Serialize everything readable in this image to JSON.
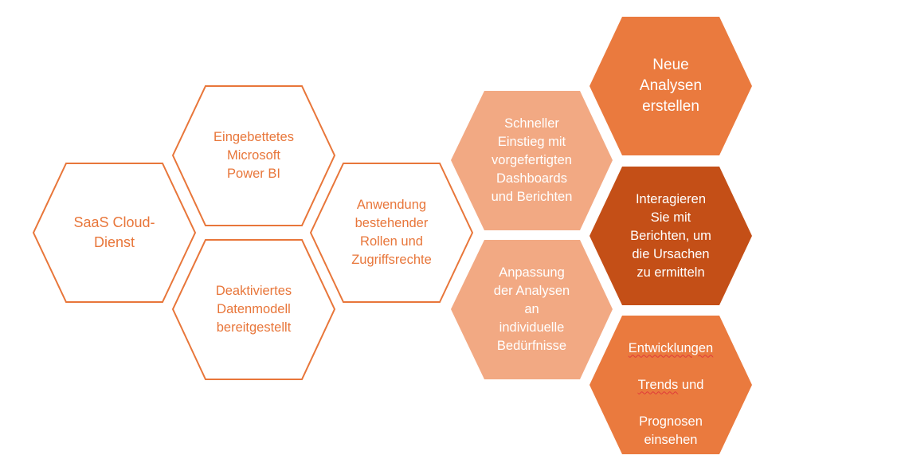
{
  "colors": {
    "outline": "#E8763A",
    "light_fill": "#F2A983",
    "medium_fill": "#EA7A3E",
    "dark_fill": "#C44F17"
  },
  "hexagons": {
    "saas": "SaaS Cloud-\nDienst",
    "embedded": "Eingebettetes\nMicrosoft\nPower BI",
    "deactivated": "Deaktiviertes\nDatenmodell\nbereitgestellt",
    "roles": "Anwendung\nbestehender\nRollen und\nZugriffsrechte",
    "quickstart": "Schneller\nEinstieg mit\nvorgefertigten\nDashboards\nund Berichten",
    "customize": "Anpassung\nder Analysen\nan\nindividuelle\nBedürfnisse",
    "new_analyses": "Neue\nAnalysen\nerstellen",
    "interact": "Interagieren\nSie mit\nBerichten, um\ndie Ursachen\nzu ermitteln",
    "trends_word1": "Entwicklungen",
    "trends_word2": "Trends",
    "trends_rest1": " und",
    "trends_rest2": "Prognosen\neinsehen"
  }
}
